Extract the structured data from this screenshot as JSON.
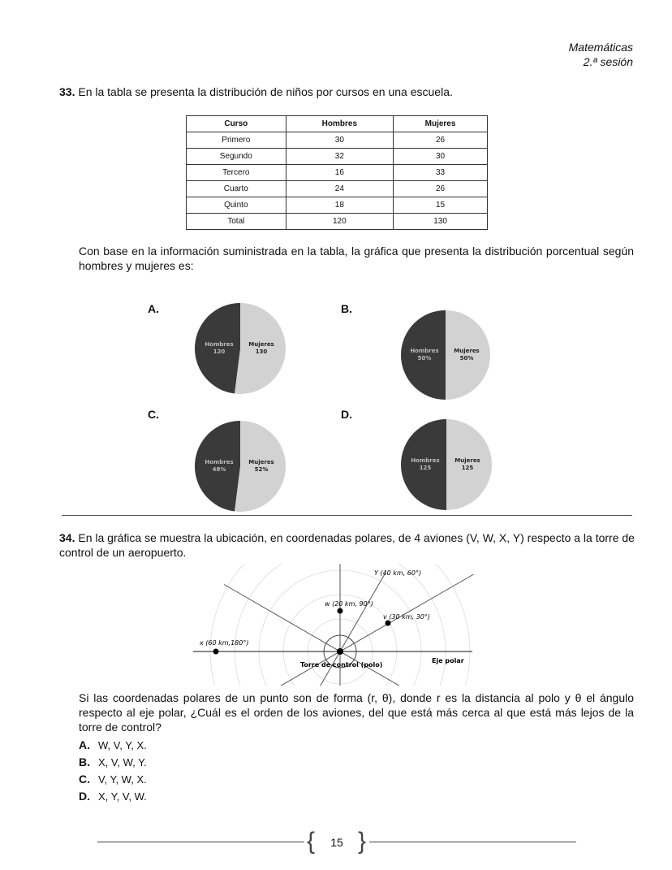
{
  "header": {
    "subject": "Matemáticas",
    "session": "2.ª sesión"
  },
  "q33": {
    "number": "33.",
    "statement": "En la tabla se presenta la distribución de niños por cursos en una escuela.",
    "table": {
      "headers": [
        "Curso",
        "Hombres",
        "Mujeres"
      ],
      "rows": [
        [
          "Primero",
          "30",
          "26"
        ],
        [
          "Segundo",
          "32",
          "30"
        ],
        [
          "Tercero",
          "16",
          "33"
        ],
        [
          "Cuarto",
          "24",
          "26"
        ],
        [
          "Quinto",
          "18",
          "15"
        ],
        [
          "Total",
          "120",
          "130"
        ]
      ]
    },
    "question": "Con base en la información suministrada en la tabla, la gráfica que presenta la distribución porcentual según hombres y mujeres es:",
    "options": [
      {
        "letter": "A.",
        "left_label": "Hombres",
        "left_value": "120",
        "right_label": "Mujeres",
        "right_value": "130",
        "left_share": 0.48
      },
      {
        "letter": "B.",
        "left_label": "Hombres",
        "left_value": "50%",
        "right_label": "Mujeres",
        "right_value": "50%",
        "left_share": 0.5
      },
      {
        "letter": "C.",
        "left_label": "Hombres",
        "left_value": "48%",
        "right_label": "Mujeres",
        "right_value": "52%",
        "left_share": 0.48
      },
      {
        "letter": "D.",
        "left_label": "Hombres",
        "left_value": "125",
        "right_label": "Mujeres",
        "right_value": "125",
        "left_share": 0.5
      }
    ],
    "colors": {
      "dark": "#3a3a3a",
      "light": "#d2d2d2"
    }
  },
  "q34": {
    "number": "34.",
    "statement": "En la gráfica se muestra la ubicación, en coordenadas polares, de 4 aviones (V, W, X, Y) respecto a la torre de control de un aeropuerto.",
    "points": [
      {
        "label": "Y  (40 km, 60°)",
        "r": 40,
        "theta": 60
      },
      {
        "label": "w (20 km, 90°)",
        "r": 20,
        "theta": 90
      },
      {
        "label": "v (30 km, 30°)",
        "r": 30,
        "theta": 30
      },
      {
        "label": "x (60 km,180°)",
        "r": 60,
        "theta": 180
      }
    ],
    "pole_label": "Torre de control (polo)",
    "axis_label": "Eje polar",
    "question": "Si las coordenadas polares de un punto son de forma (r, θ), donde r es la distancia al polo y θ el ángulo respecto al eje polar, ¿Cuál es el orden de los aviones, del que está más cerca al que está más lejos de la torre de control?",
    "answers": [
      {
        "letter": "A.",
        "text": "W, V, Y, X."
      },
      {
        "letter": "B.",
        "text": "X, V, W, Y."
      },
      {
        "letter": "C.",
        "text": "V, Y, W, X."
      },
      {
        "letter": "D.",
        "text": "X, Y, V, W."
      }
    ]
  },
  "footer": {
    "page": "15"
  }
}
